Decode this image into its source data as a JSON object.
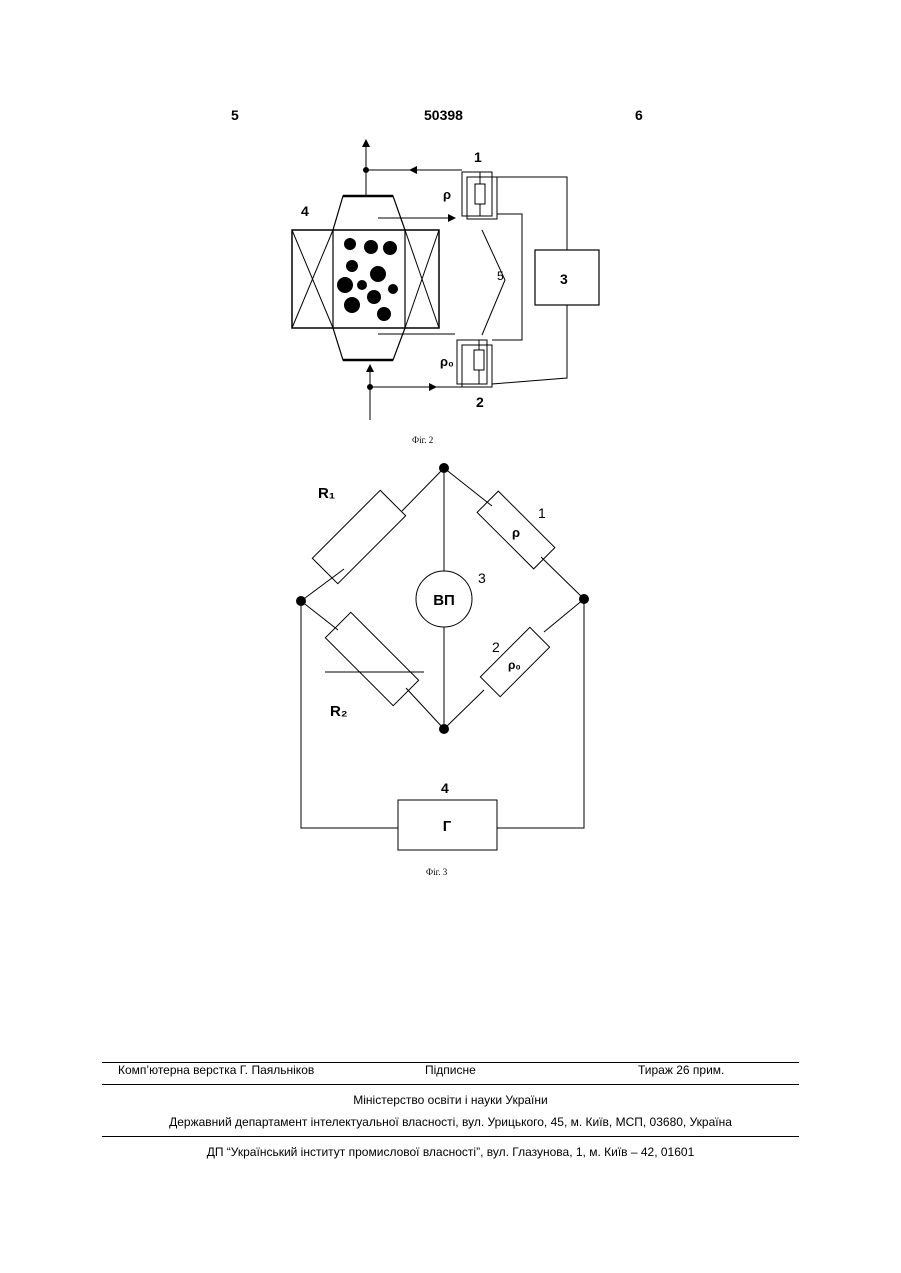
{
  "header": {
    "left_page": "5",
    "patent_number": "50398",
    "right_page": "6"
  },
  "fig2": {
    "caption": "Фіг. 2",
    "labels": {
      "sensor1": "1",
      "sensor2": "2",
      "converter": "3",
      "chamber": "4",
      "wires": "5",
      "rho": "ρ",
      "rho0": "ρ₀"
    }
  },
  "fig3": {
    "caption": "Фіг. 3",
    "labels": {
      "r1": "R₁",
      "r2": "R₂",
      "rho": "ρ",
      "rho0": "ρ₀",
      "n1": "1",
      "n2": "2",
      "n3": "3",
      "n4": "4",
      "meter": "ВП",
      "generator": "Г"
    }
  },
  "footer": {
    "layout": "Комп’ютерна верстка Г. Паяльніков",
    "signed": "Підписне",
    "circulation": "Тираж 26 прим.",
    "ministry": "Міністерство освіти і науки України",
    "department": "Державний департамент інтелектуальної власності, вул. Урицького, 45, м. Київ, МСП, 03680, Україна",
    "institute": "ДП “Український інститут промислової власності”, вул. Глазунова, 1, м. Київ – 42, 01601"
  }
}
